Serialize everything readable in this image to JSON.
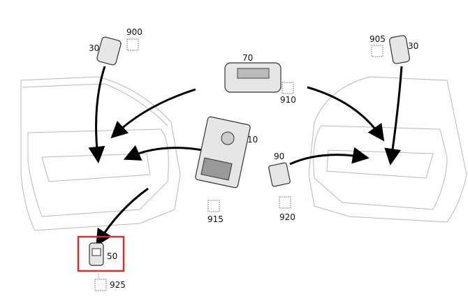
{
  "labels": {
    "p900": "900",
    "p30_left": "30",
    "p905": "905",
    "p30_right": "30",
    "p70": "70",
    "p910": "910",
    "p10": "10",
    "p90": "90",
    "p915": "915",
    "p920": "920",
    "p50": "50",
    "p925": "925"
  },
  "highlight_color": "#d32f2f"
}
